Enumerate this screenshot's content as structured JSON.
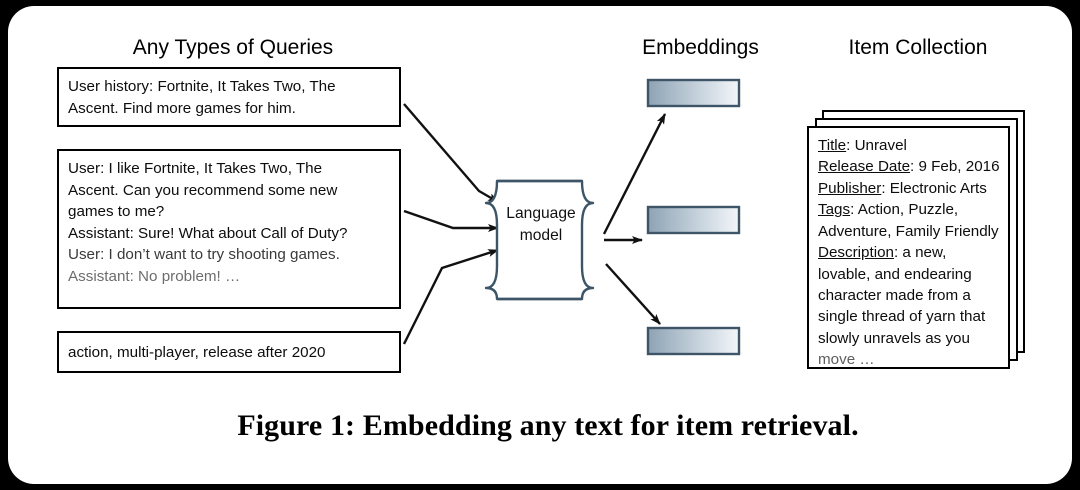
{
  "figure": {
    "caption": "Figure 1: Embedding any text for item retrieval.",
    "background_color": "#000000",
    "panel_color": "#ffffff"
  },
  "headings": {
    "queries": "Any Types of Queries",
    "embeddings": "Embeddings",
    "items": "Item Collection"
  },
  "queries": [
    {
      "id": "user-history",
      "lines": [
        "User history: Fortnite, It Takes Two, The",
        "Ascent. Find more games for him."
      ]
    },
    {
      "id": "conversation",
      "lines": [
        "User: I like Fortnite, It Takes Two, The",
        "Ascent. Can you recommend some new",
        "games to me?",
        "Assistant: Sure! What about Call of Duty?",
        "User: I don’t want to try shooting games.",
        "Assistant: No problem! …"
      ],
      "fade_from_line": 4
    },
    {
      "id": "attributes",
      "lines": [
        "action, multi-player, release after 2020"
      ]
    }
  ],
  "language_model": {
    "label_line_1": "Language",
    "label_line_2": "model",
    "border_color": "#3d5566",
    "fill_color": "#ffffff"
  },
  "embeddings": {
    "count": 3,
    "gradient_from": "#8fa4b5",
    "gradient_to": "#f2f5f8",
    "border_color": "#3d5566",
    "bars": [
      "embedding-vector-1",
      "embedding-vector-2",
      "embedding-vector-3"
    ]
  },
  "item_card": {
    "stack_count": 3,
    "fields": [
      {
        "label": "Title",
        "value": ": Unravel"
      },
      {
        "label": "Release Date",
        "value": ": 9 Feb, 2016"
      },
      {
        "label": "Publisher",
        "value": ": Electronic Arts"
      },
      {
        "label": "Tags",
        "value": ": Action, Puzzle,"
      }
    ],
    "tags_continuation": "Adventure, Family Friendly",
    "description_label": "Description",
    "description_head": ": a new,",
    "description_lines": [
      "lovable, and endearing",
      "character made from a",
      "single thread of yarn that",
      "slowly unravels as you"
    ],
    "description_tail": "move …"
  },
  "arrows": {
    "inbound": [
      "query-1-to-model",
      "query-2-to-model",
      "query-3-to-model"
    ],
    "outbound": [
      "model-to-embedding-1",
      "model-to-embedding-2",
      "model-to-embedding-3"
    ],
    "color": "#111111"
  }
}
